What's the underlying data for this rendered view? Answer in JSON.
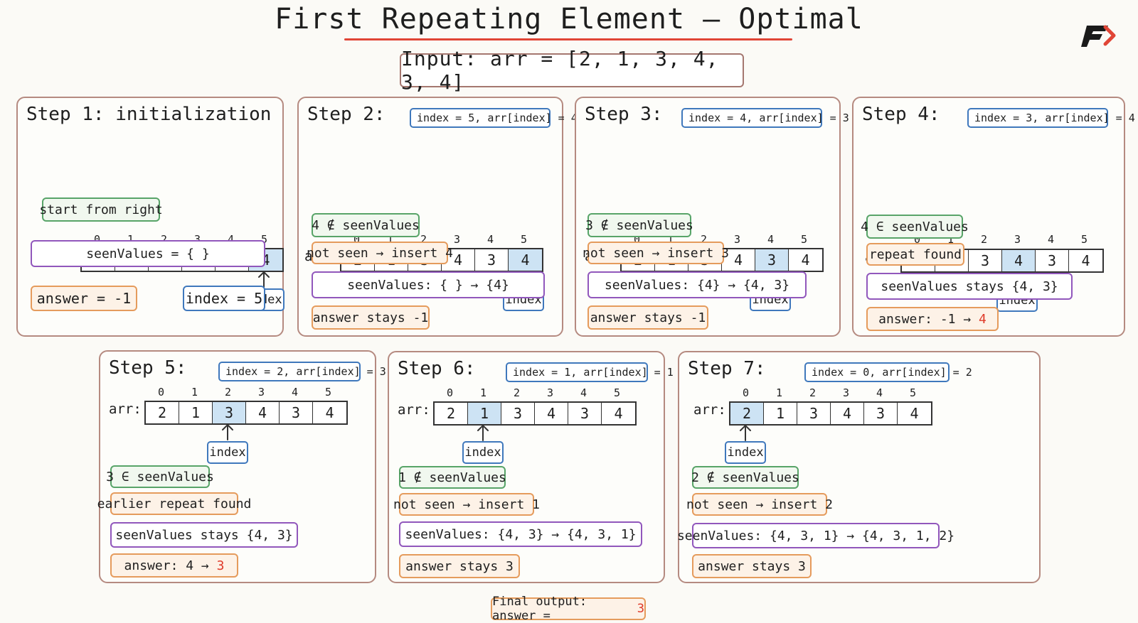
{
  "title": "First Repeating Element — Optimal",
  "input": "Input: arr = [2, 1, 3, 4, 3, 4]",
  "array": [
    2,
    1,
    3,
    4,
    3,
    4
  ],
  "indices": [
    0,
    1,
    2,
    3,
    4,
    5
  ],
  "arr_label": "arr:",
  "index_label": "index",
  "colors": {
    "accent_red": "#df3a29",
    "green": "#58a468",
    "orange": "#e59b5c",
    "purple": "#9157bc",
    "blue": "#3f78bc",
    "highlight": "#cde3f4"
  },
  "steps": [
    {
      "title": "Step 1: initialization",
      "highlight": 5,
      "start_note": "start from right",
      "seen": "seenValues = { }",
      "answer": "answer = -1",
      "index_box": "index = 5"
    },
    {
      "title": "Step 2:",
      "info": "index = 5, arr[index] = 4",
      "highlight": 5,
      "check": "4 ∉ seenValues",
      "action": "not seen → insert 4",
      "seen": "seenValues: { } → {4}",
      "answer_prefix": "answer stays -1",
      "answer_value": ""
    },
    {
      "title": "Step 3:",
      "info": "index = 4, arr[index] = 3",
      "highlight": 4,
      "check": "3 ∉ seenValues",
      "action": "not seen → insert 3",
      "seen": "seenValues: {4} → {4, 3}",
      "answer_prefix": "answer stays -1",
      "answer_value": ""
    },
    {
      "title": "Step 4:",
      "info": "index = 3, arr[index] = 4",
      "highlight": 3,
      "check": "4 ∈ seenValues",
      "action": "repeat found",
      "seen": "seenValues stays {4, 3}",
      "answer_prefix": "answer: -1 → ",
      "answer_value": "4"
    },
    {
      "title": "Step 5:",
      "info": "index = 2, arr[index] = 3",
      "highlight": 2,
      "check": "3 ∈ seenValues",
      "action": "earlier repeat found",
      "seen": "seenValues stays {4, 3}",
      "answer_prefix": "answer: 4 → ",
      "answer_value": "3"
    },
    {
      "title": "Step 6:",
      "info": "index = 1, arr[index] = 1",
      "highlight": 1,
      "check": "1 ∉ seenValues",
      "action": "not seen → insert 1",
      "seen": "seenValues: {4, 3} → {4, 3, 1}",
      "answer_prefix": "answer stays 3",
      "answer_value": ""
    },
    {
      "title": "Step 7:",
      "info": "index = 0, arr[index] = 2",
      "highlight": 0,
      "check": "2 ∉ seenValues",
      "action": "not seen → insert 2",
      "seen": "seenValues: {4, 3, 1} → {4, 3, 1, 2}",
      "answer_prefix": "answer stays 3",
      "answer_value": ""
    }
  ],
  "final": {
    "prefix": "Final output: answer = ",
    "value": "3"
  }
}
